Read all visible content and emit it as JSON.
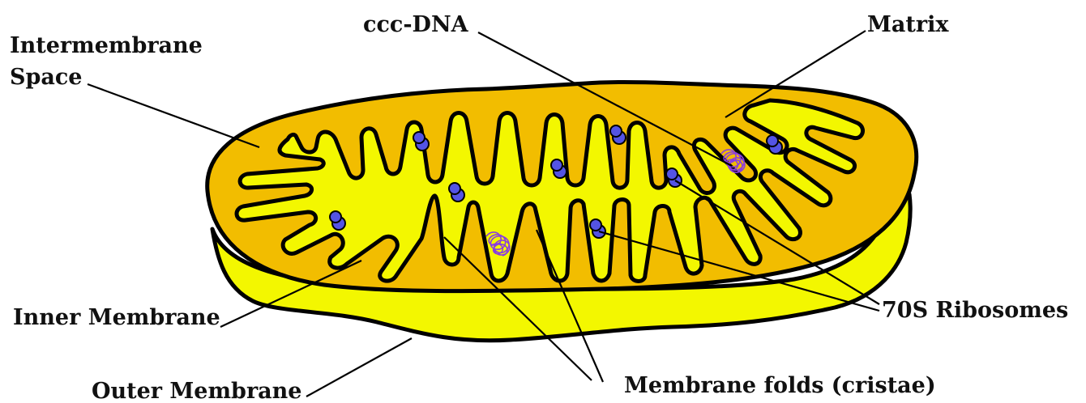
{
  "labels": {
    "ccc_dna": "ccc-DNA",
    "matrix": "Matrix",
    "intermembrane_line1": "Intermembrane",
    "intermembrane_line2": "Space",
    "inner_membrane": "Inner Membrane",
    "outer_membrane": "Outer Membrane",
    "ribosomes": "70S Ribosomes",
    "cristae": "Membrane folds (cristae)"
  },
  "colors": {
    "outer_body": "#f3f700",
    "intermembrane": "#f2bd00",
    "matrix": "#f3f700",
    "outline": "#000000",
    "ribosome": "#5454e4",
    "dna": "#8a3ce0",
    "text": "#111111"
  },
  "icons": {
    "ribosome": "ribosome-icon",
    "dna": "dna-coil-icon"
  }
}
